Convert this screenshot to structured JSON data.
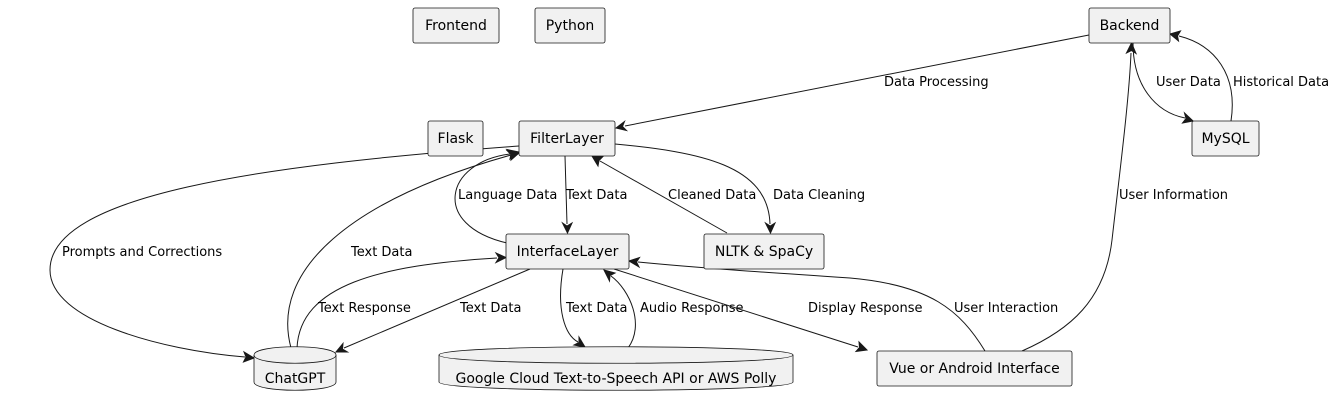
{
  "nodes": {
    "frontend": "Frontend",
    "python": "Python",
    "backend": "Backend",
    "flask": "Flask",
    "filter_layer": "FilterLayer",
    "mysql": "MySQL",
    "interface_layer": "InterfaceLayer",
    "nltk_spacy": "NLTK & SpaCy",
    "chatgpt": "ChatGPT",
    "tts": "Google Cloud Text-to-Speech API or AWS Polly",
    "ui": "Vue or Android Interface"
  },
  "edges": {
    "data_processing": "Data Processing",
    "user_data": "User Data",
    "historical_data": "Historical Data",
    "language_data": "Language Data",
    "text_data_filter_iface": "Text Data",
    "cleaned_data": "Cleaned Data",
    "data_cleaning": "Data Cleaning",
    "user_information": "User Information",
    "prompts_corrections": "Prompts and Corrections",
    "text_data_chatgpt_filter": "Text Data",
    "text_response": "Text Response",
    "text_data_iface_chatgpt": "Text Data",
    "text_data_iface_tts": "Text Data",
    "audio_response": "Audio Response",
    "display_response": "Display Response",
    "user_interaction": "User Interaction"
  }
}
